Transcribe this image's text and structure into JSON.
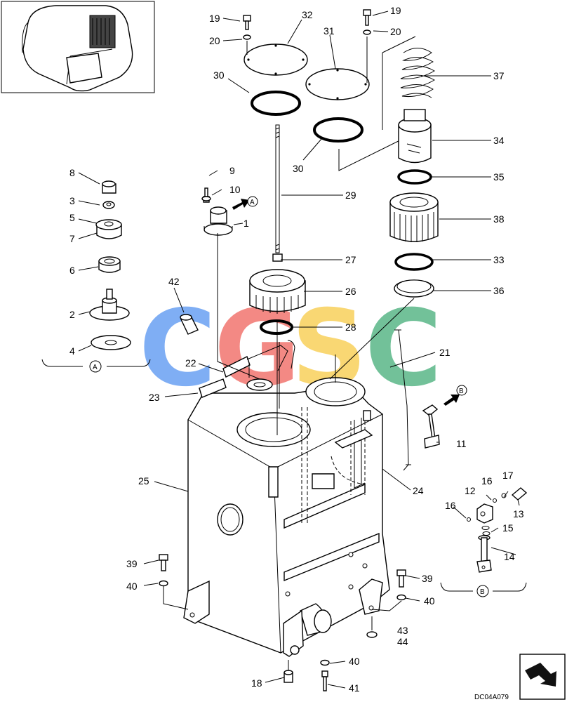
{
  "document_code": "DC04A079",
  "detail_refs": {
    "a": "A",
    "b": "B"
  },
  "watermark": {
    "letters": [
      "C",
      "G",
      "S",
      "C"
    ],
    "colors": [
      "#4f8ff0",
      "#ef5d55",
      "#f8c93e",
      "#3caa73"
    ]
  },
  "callouts": [
    {
      "id": "p19a",
      "text": "19"
    },
    {
      "id": "p20a",
      "text": "20"
    },
    {
      "id": "p32",
      "text": "32"
    },
    {
      "id": "p31",
      "text": "31"
    },
    {
      "id": "p19b",
      "text": "19"
    },
    {
      "id": "p20b",
      "text": "20"
    },
    {
      "id": "p37",
      "text": "37"
    },
    {
      "id": "p30a",
      "text": "30"
    },
    {
      "id": "p30b",
      "text": "30"
    },
    {
      "id": "p34",
      "text": "34"
    },
    {
      "id": "p35",
      "text": "35"
    },
    {
      "id": "p8",
      "text": "8"
    },
    {
      "id": "p9",
      "text": "9"
    },
    {
      "id": "p10",
      "text": "10"
    },
    {
      "id": "p29",
      "text": "29"
    },
    {
      "id": "p3",
      "text": "3"
    },
    {
      "id": "p5",
      "text": "5"
    },
    {
      "id": "p7",
      "text": "7"
    },
    {
      "id": "p1",
      "text": "1"
    },
    {
      "id": "p38",
      "text": "38"
    },
    {
      "id": "p6",
      "text": "6"
    },
    {
      "id": "p27",
      "text": "27"
    },
    {
      "id": "p33",
      "text": "33"
    },
    {
      "id": "p42",
      "text": "42"
    },
    {
      "id": "p36",
      "text": "36"
    },
    {
      "id": "p26",
      "text": "26"
    },
    {
      "id": "p2",
      "text": "2"
    },
    {
      "id": "p28",
      "text": "28"
    },
    {
      "id": "p4",
      "text": "4"
    },
    {
      "id": "p21",
      "text": "21"
    },
    {
      "id": "p22",
      "text": "22"
    },
    {
      "id": "p23",
      "text": "23"
    },
    {
      "id": "p11",
      "text": "11"
    },
    {
      "id": "p25",
      "text": "25"
    },
    {
      "id": "p24",
      "text": "24"
    },
    {
      "id": "p17",
      "text": "17"
    },
    {
      "id": "p16a",
      "text": "16"
    },
    {
      "id": "p12",
      "text": "12"
    },
    {
      "id": "p13",
      "text": "13"
    },
    {
      "id": "p16b",
      "text": "16"
    },
    {
      "id": "p15",
      "text": "15"
    },
    {
      "id": "p14",
      "text": "14"
    },
    {
      "id": "p39a",
      "text": "39"
    },
    {
      "id": "p40a",
      "text": "40"
    },
    {
      "id": "p39b",
      "text": "39"
    },
    {
      "id": "p40b",
      "text": "40"
    },
    {
      "id": "p43",
      "text": "43"
    },
    {
      "id": "p44",
      "text": "44"
    },
    {
      "id": "p40c",
      "text": "40"
    },
    {
      "id": "p18",
      "text": "18"
    },
    {
      "id": "p41",
      "text": "41"
    }
  ]
}
